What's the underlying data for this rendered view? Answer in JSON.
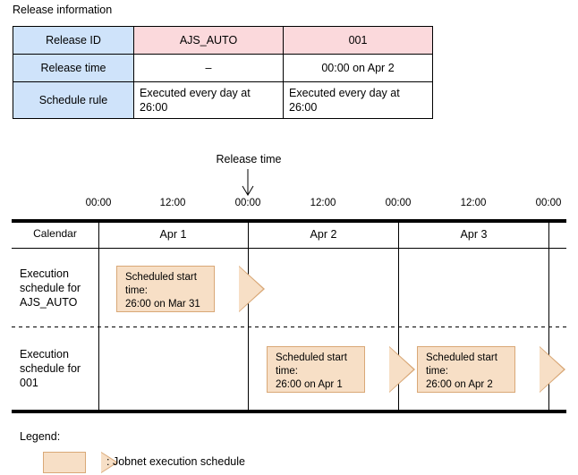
{
  "caption": "Release information",
  "release_table": {
    "rows": [
      {
        "label": "Release ID",
        "values": [
          "AJS_AUTO",
          "001"
        ],
        "highlight": "#fbd9dc"
      },
      {
        "label": "Release time",
        "values": [
          "–",
          "00:00 on Apr 2"
        ],
        "highlight": ""
      },
      {
        "label": "Schedule rule",
        "values": [
          "Executed every day at 26:00",
          "Executed every day at 26:00"
        ],
        "highlight": ""
      }
    ],
    "label_bg": "#cfe3fa"
  },
  "timeline": {
    "release_time_marker": "Release time",
    "ticks": [
      "00:00",
      "12:00",
      "00:00",
      "12:00",
      "00:00",
      "12:00",
      "00:00"
    ],
    "calendar_header": "Calendar",
    "days": [
      "Apr 1",
      "Apr 2",
      "Apr 3"
    ],
    "rows": [
      {
        "label": "Execution schedule for AJS_AUTO",
        "schedules": [
          {
            "line1": "Scheduled start",
            "line2": "time:",
            "line3": "26:00 on Mar 31"
          }
        ]
      },
      {
        "label": "Execution schedule for 001",
        "schedules": [
          {
            "line1": "Scheduled start",
            "line2": "time:",
            "line3": "26:00 on Apr 1"
          },
          {
            "line1": "Scheduled start",
            "line2": "time:",
            "line3": "26:00 on Apr 2"
          }
        ]
      }
    ]
  },
  "legend": {
    "caption": "Legend:",
    "entry": ": Jobnet execution schedule"
  },
  "colors": {
    "chevron_fill": "#f7dfc6",
    "chevron_border": "#d9a877",
    "label_blue": "#cfe3fa",
    "id_pink": "#fbd9dc",
    "line": "#000000"
  }
}
